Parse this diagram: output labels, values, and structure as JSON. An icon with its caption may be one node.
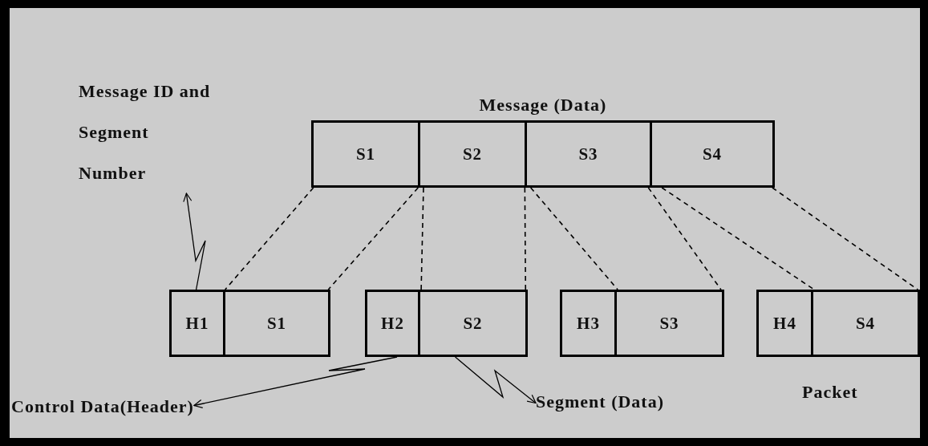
{
  "diagram": {
    "nodes": [
      {
        "text": [
          "Message ID and Segment Number"
        ]
      },
      {
        "text": [
          "Message (Data)"
        ]
      },
      {
        "text": [
          "S1"
        ],
        "in": 1
      },
      {
        "text": [
          "S2"
        ],
        "in": 1
      },
      {
        "text": [
          "S3"
        ],
        "in": 1
      },
      {
        "text": [
          "S4"
        ],
        "in": 1
      },
      {
        "text": [
          "H1"
        ]
      },
      {
        "text": [
          "S1"
        ]
      },
      {
        "text": [
          "H2"
        ]
      },
      {
        "text": [
          "S2"
        ]
      },
      {
        "text": [
          "H3"
        ]
      },
      {
        "text": [
          "S3"
        ]
      },
      {
        "text": [
          "H4"
        ]
      },
      {
        "text": [
          "S4"
        ]
      },
      {
        "text": [
          "Control Data(Header)"
        ]
      },
      {
        "text": [
          "Segment (Data)"
        ]
      }
    ],
    "edges": [
      {
        "from": 6,
        "to": 0,
        "arrow": "to"
      },
      {
        "from": 8,
        "to": 14,
        "arrow": "to"
      },
      {
        "from": 9,
        "to": 15,
        "arrow": "to"
      },
      {
        "from": 2,
        "to": 7,
        "arrow": "none",
        "style": "dashed"
      },
      {
        "from": 2,
        "to": 7,
        "arrow": "none",
        "style": "dashed"
      },
      {
        "from": 3,
        "to": 9,
        "arrow": "none",
        "style": "dashed"
      },
      {
        "from": 3,
        "to": 9,
        "arrow": "none",
        "style": "dashed"
      },
      {
        "from": 4,
        "to": 11,
        "arrow": "none",
        "style": "dashed"
      },
      {
        "from": 4,
        "to": 11,
        "arrow": "none",
        "style": "dashed"
      },
      {
        "from": 5,
        "to": 13,
        "arrow": "none",
        "style": "dashed"
      },
      {
        "from": 5,
        "to": 13,
        "arrow": "none",
        "style": "dashed"
      }
    ],
    "labels": [
      "Packet"
    ]
  }
}
